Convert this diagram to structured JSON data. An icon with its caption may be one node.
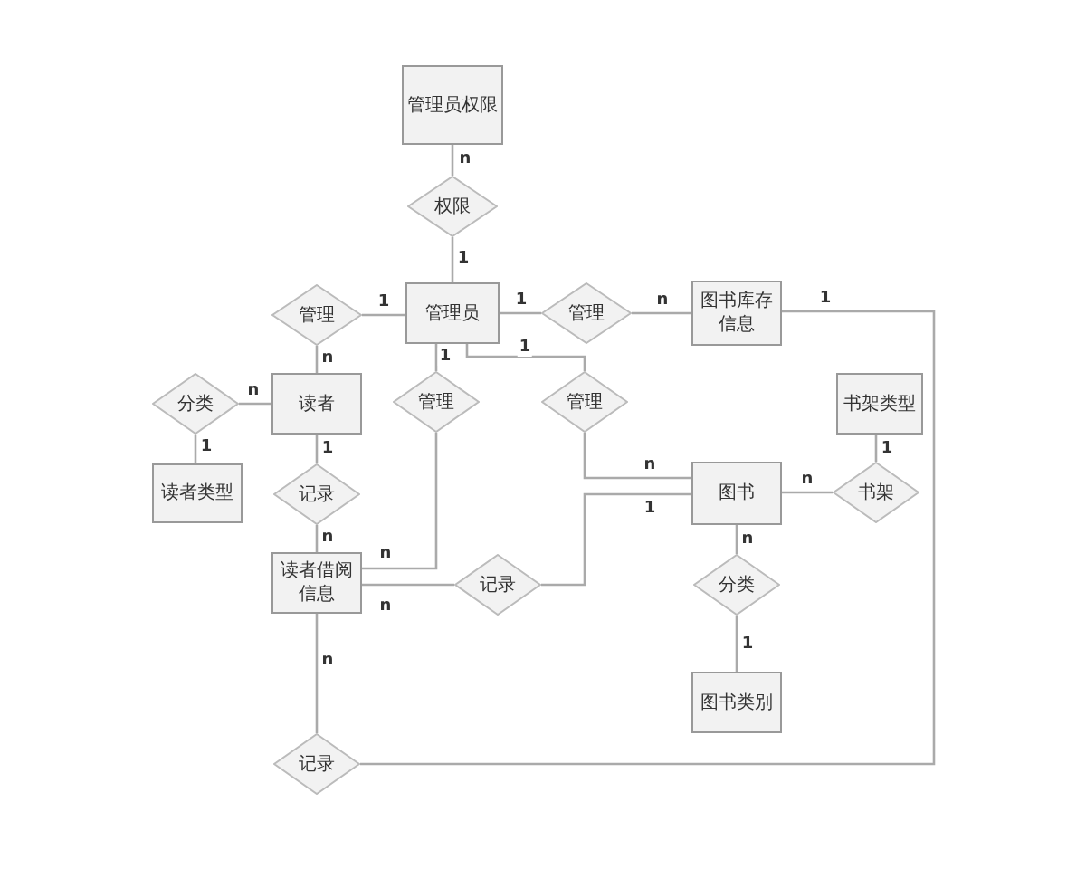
{
  "diagram": {
    "nodes": [
      {
        "text": [
          "管理员权限"
        ]
      },
      {
        "text": [
          "权限"
        ]
      },
      {
        "text": [
          "管理员"
        ]
      },
      {
        "text": [
          "管理"
        ]
      },
      {
        "text": [
          "管理"
        ]
      },
      {
        "text": [
          "图书库存信息"
        ]
      },
      {
        "text": [
          "读者"
        ]
      },
      {
        "text": [
          "分类"
        ]
      },
      {
        "text": [
          "管理"
        ]
      },
      {
        "text": [
          "管理"
        ]
      },
      {
        "text": [
          "读者类型"
        ]
      },
      {
        "text": [
          "书架类型"
        ]
      },
      {
        "text": [
          "记录"
        ]
      },
      {
        "text": [
          "图书"
        ]
      },
      {
        "text": [
          "书架"
        ]
      },
      {
        "text": [
          "读者借阅信息"
        ]
      },
      {
        "text": [
          "记录"
        ]
      },
      {
        "text": [
          "分类"
        ]
      },
      {
        "text": [
          "图书类别"
        ]
      },
      {
        "text": [
          "记录"
        ]
      }
    ],
    "edges": [
      {
        "from": 0,
        "to": 1,
        "arrow": "none",
        "label": "n"
      },
      {
        "from": 1,
        "to": 2,
        "arrow": "none",
        "label": "1"
      },
      {
        "from": 3,
        "to": 2,
        "arrow": "none",
        "label": "1"
      },
      {
        "from": 3,
        "to": 6,
        "arrow": "none",
        "label": "n"
      },
      {
        "from": 2,
        "to": 4,
        "arrow": "none",
        "label": "1"
      },
      {
        "from": 4,
        "to": 5,
        "arrow": "none",
        "label": "n"
      },
      {
        "from": 7,
        "to": 6,
        "arrow": "none",
        "label": "n"
      },
      {
        "from": 7,
        "to": 10,
        "arrow": "none",
        "label": "1"
      },
      {
        "from": 2,
        "to": 8,
        "arrow": "none",
        "label": "1"
      },
      {
        "from": 2,
        "to": 9,
        "arrow": "none",
        "label": "1"
      },
      {
        "from": 8,
        "to": 15,
        "arrow": "none",
        "label": "n"
      },
      {
        "from": 9,
        "to": 13,
        "arrow": "none",
        "label": "n"
      },
      {
        "from": 6,
        "to": 12,
        "arrow": "none",
        "label": "1"
      },
      {
        "from": 12,
        "to": 15,
        "arrow": "none",
        "label": "n"
      },
      {
        "from": 15,
        "to": 16,
        "arrow": "none",
        "label": "n"
      },
      {
        "from": 16,
        "to": 13,
        "arrow": "none",
        "label": "1"
      },
      {
        "from": 13,
        "to": 14,
        "arrow": "none",
        "label": "n"
      },
      {
        "from": 14,
        "to": 11,
        "arrow": "none",
        "label": "1"
      },
      {
        "from": 13,
        "to": 17,
        "arrow": "none",
        "label": "n"
      },
      {
        "from": 17,
        "to": 18,
        "arrow": "none",
        "label": "1"
      },
      {
        "from": 15,
        "to": 19,
        "arrow": "none",
        "label": "n"
      },
      {
        "from": 19,
        "to": 5,
        "arrow": "none",
        "label": "1"
      }
    ]
  }
}
